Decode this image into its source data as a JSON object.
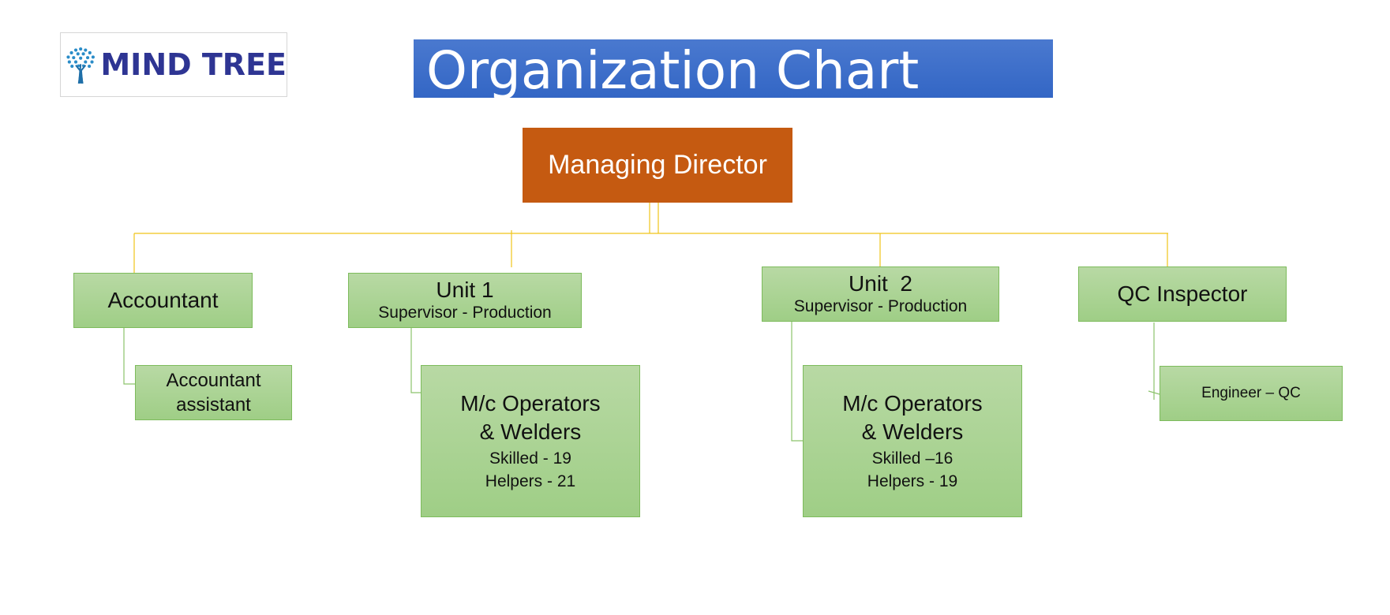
{
  "logo": {
    "text": "MIND TREE",
    "icon": "tree-logo-icon"
  },
  "title": "Organization Chart",
  "colors": {
    "title_banner": "#3a6cc9",
    "managing_director": "#c55a11",
    "node_fill": "#a9d18e",
    "node_border": "#7dbb5c",
    "connector": "#f0c419"
  },
  "org": {
    "managing_director": "Managing Director",
    "accountant": {
      "title": "Accountant",
      "report": {
        "line1": "Accountant",
        "line2": "assistant"
      }
    },
    "unit1": {
      "title": "Unit 1",
      "subtitle": "Supervisor - Production",
      "team": {
        "line1": "M/c Operators",
        "line2": "& Welders",
        "skilled": "Skilled - 19",
        "helpers": "Helpers - 21"
      }
    },
    "unit2": {
      "title": "Unit  2",
      "subtitle": "Supervisor - Production",
      "team": {
        "line1": "M/c Operators",
        "line2": "& Welders",
        "skilled": "Skilled –16",
        "helpers": "Helpers - 19"
      }
    },
    "qc": {
      "title": "QC Inspector",
      "report": "Engineer – QC"
    }
  }
}
